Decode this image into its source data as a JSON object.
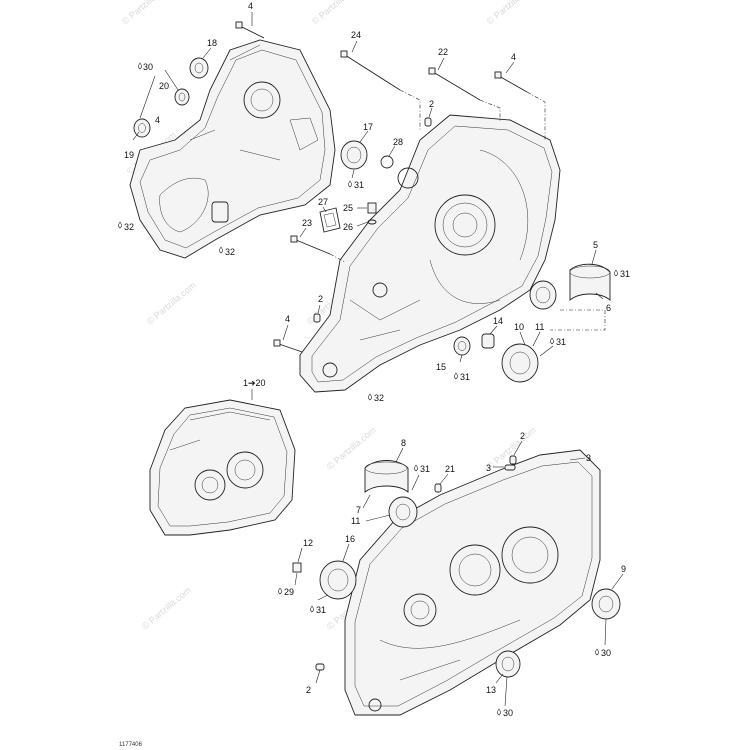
{
  "callouts": {
    "c4a": "4",
    "c18": "18",
    "c30a": "30",
    "c20a": "20",
    "c4b": "4",
    "c19": "19",
    "c32a": "32",
    "c32b": "32",
    "c24": "24",
    "c22": "22",
    "c4c": "4",
    "c2a": "2",
    "c17": "17",
    "c28": "28",
    "c31a": "31",
    "c27": "27",
    "c25": "25",
    "c26": "26",
    "c23": "23",
    "c5": "5",
    "c31b": "31",
    "c2b": "2",
    "c6": "6",
    "c4d": "4",
    "c14": "14",
    "c10": "10",
    "c11a": "11",
    "c31c": "31",
    "c15": "15",
    "c31d": "31",
    "c32c": "32",
    "c1to20": "1➔20",
    "c8": "8",
    "c31e": "31",
    "c21": "21",
    "c2c": "2",
    "c3a": "3",
    "c3b": "3",
    "c7": "7",
    "c11b": "11",
    "c12": "12",
    "c16": "16",
    "c29": "29",
    "c31f": "31",
    "c9": "9",
    "c30b": "30",
    "c13": "13",
    "c30c": "30",
    "c2d": "2"
  },
  "watermark": "© Partzilla.com",
  "figure_code": "1177406"
}
